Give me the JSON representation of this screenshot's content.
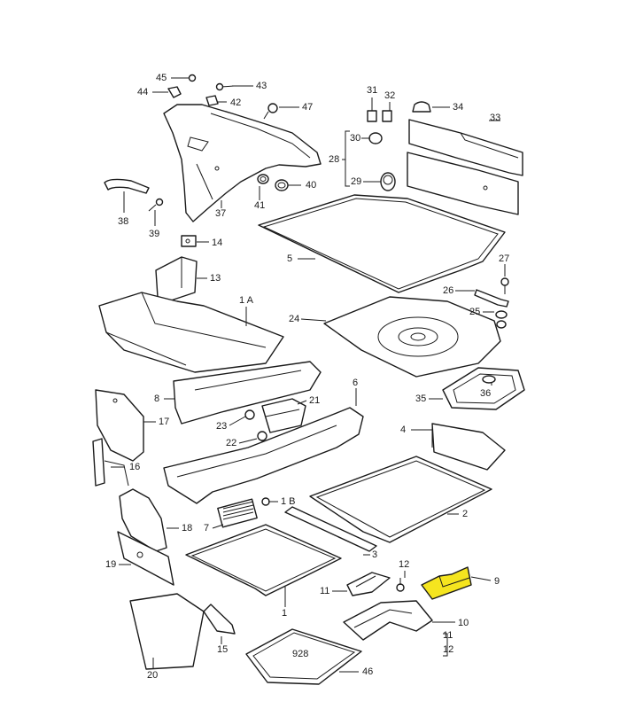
{
  "diagram": {
    "highlight_color": "#f5e51f",
    "line_color": "#1a1a1a",
    "background": "#ffffff",
    "callouts": {
      "c45": "45",
      "c44": "44",
      "c43": "43",
      "c42": "42",
      "c47": "47",
      "c31": "31",
      "c32": "32",
      "c34": "34",
      "c33": "33",
      "c30": "30",
      "c28": "28",
      "c29": "29",
      "c41": "41",
      "c40": "40",
      "c37": "37",
      "c38": "38",
      "c39": "39",
      "c14": "14",
      "c13": "13",
      "c5": "5",
      "c27": "27",
      "c26": "26",
      "c1A": "1 A",
      "c25": "25",
      "c24": "24",
      "c8": "8",
      "c6": "6",
      "c21": "21",
      "c35": "35",
      "c36": "36",
      "c17": "17",
      "c23": "23",
      "c22": "22",
      "c4": "4",
      "c16": "16",
      "c1B": "1 B",
      "c2": "2",
      "c7": "7",
      "c18": "18",
      "c3": "3",
      "c12": "12",
      "c9": "9",
      "c19": "19",
      "c11": "11",
      "c1": "1",
      "c10": "10",
      "c11b": "11",
      "c12b": "12",
      "c20": "20",
      "c15": "15",
      "c46": "46"
    },
    "mat_text": "928"
  }
}
